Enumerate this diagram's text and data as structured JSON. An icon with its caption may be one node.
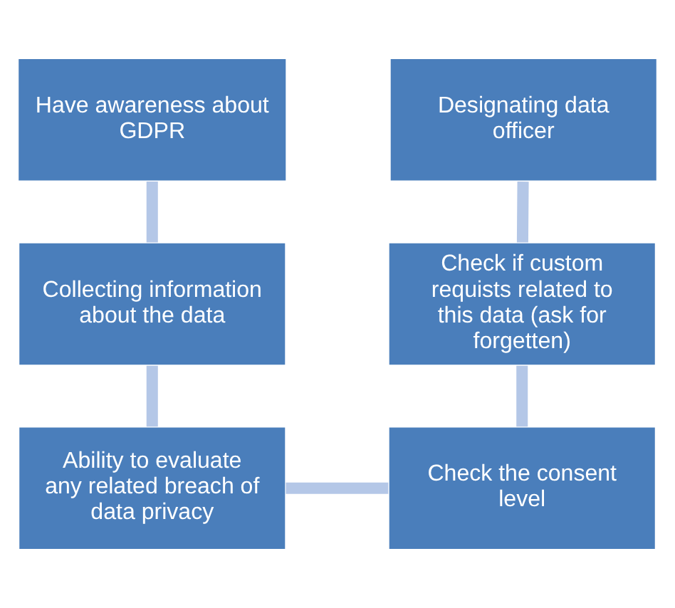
{
  "diagram": {
    "nodes": [
      {
        "text": [
          "Have awareness about GDPR"
        ]
      },
      {
        "text": [
          "Designating data officer"
        ]
      },
      {
        "text": [
          "Collecting information about the data"
        ]
      },
      {
        "text": [
          "Check if custom requists related to this data (ask for forgetten)"
        ]
      },
      {
        "text": [
          "Ability to evaluate any related breach of data privacy"
        ]
      },
      {
        "text": [
          "Check the consent level"
        ]
      }
    ],
    "edges": [
      {
        "from": 0,
        "to": 2,
        "arrow": "none"
      },
      {
        "from": 2,
        "to": 4,
        "arrow": "none"
      },
      {
        "from": 4,
        "to": 5,
        "arrow": "none"
      },
      {
        "from": 5,
        "to": 3,
        "arrow": "none"
      },
      {
        "from": 3,
        "to": 1,
        "arrow": "none"
      }
    ]
  }
}
